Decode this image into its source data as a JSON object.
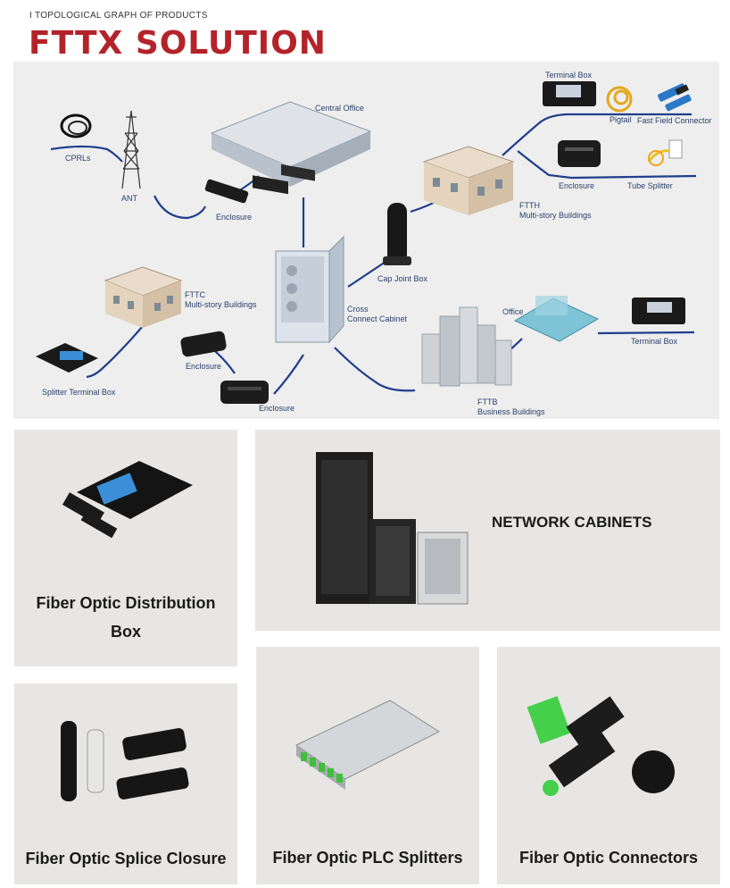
{
  "header": {
    "subtitle": "I TOPOLOGICAL GRAPH OF PRODUCTS",
    "title": "FTTX SOLUTION"
  },
  "diagram": {
    "labels": {
      "central_office": "Central Office",
      "cprls": "CPRLs",
      "ant": "ANT",
      "enclosure_top": "Enclosure",
      "terminal_box_top": "Terminal Box",
      "pigtail": "Pigtail",
      "fast_field_connector": "Fast Field Connector",
      "enclosure_ftth": "Enclosure",
      "tube_splitter": "Tube Splitter",
      "ftth": "FTTH",
      "ftth_sub": "Multi-story Buildings",
      "cap_joint_box": "Cap Joint Box",
      "cross": "Cross",
      "connect_cabinet": "Connect Cabinet",
      "fttc": "FTTC",
      "fttc_sub": "Multi-story Buildings",
      "enclosure_mid": "Enclosure",
      "splitter_terminal_box": "Splitter Terminal Box",
      "enclosure_bottom": "Enclosure",
      "office": "Office",
      "terminal_box_right": "Terminal Box",
      "fttb": "FTTB",
      "fttb_sub": "Business Buildings"
    },
    "line_color": "#1f3f8c"
  },
  "products": {
    "distribution_box_line1": "Fiber Optic Distribution",
    "distribution_box_line2": "Box",
    "network_cabinets": "NETWORK CABINETS",
    "splice_closure": "Fiber Optic Splice Closure",
    "plc_splitters": "Fiber Optic PLC Splitters",
    "connectors": "Fiber Optic Connectors"
  }
}
